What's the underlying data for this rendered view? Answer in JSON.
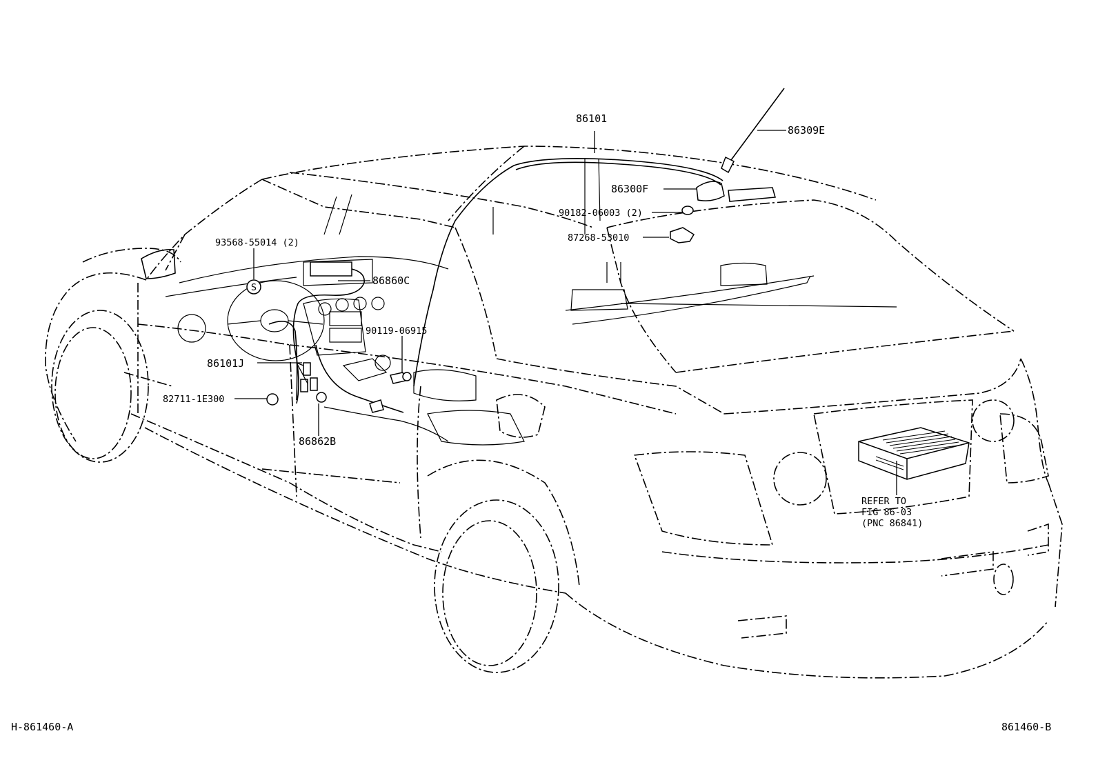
{
  "diagram": {
    "part_labels": {
      "p86101": "86101",
      "p86309e": "86309E",
      "p86300f": "86300F",
      "p90182": "90182-06003 (2)",
      "p87268": "87268-53010",
      "p93568": "93568-55014 (2)",
      "p86860c": "86860C",
      "p90119": "90119-06915",
      "p86101j": "86101J",
      "p82711": "82711-1E300",
      "p86862b": "86862B",
      "s_mark": "S"
    },
    "reference_note": {
      "line1": "REFER TO",
      "line2": "FIG 86-03",
      "line3": "(PNC 86841)"
    },
    "footer": {
      "left_code": "H-861460-A",
      "right_code": "861460-B"
    }
  }
}
